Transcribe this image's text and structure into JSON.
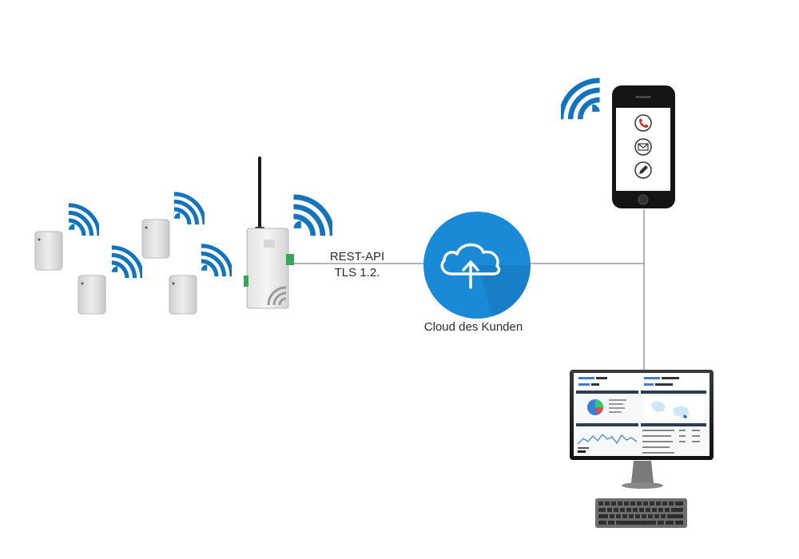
{
  "connection": {
    "protocol_label": "REST-API",
    "security_label": "TLS 1.2."
  },
  "cloud": {
    "label": "Cloud des Kunden",
    "icon": "cloud-upload-icon"
  },
  "smartphone": {
    "icons": [
      "phone-icon",
      "mail-icon",
      "pencil-icon"
    ]
  },
  "monitor": {
    "screen": "analytics-dashboard"
  },
  "colors": {
    "wifi_blue": "#1473bd",
    "cloud_blue": "#1a8ad6",
    "connector_line": "#9a9a9a",
    "phone_icon_red": "#c0392b"
  }
}
